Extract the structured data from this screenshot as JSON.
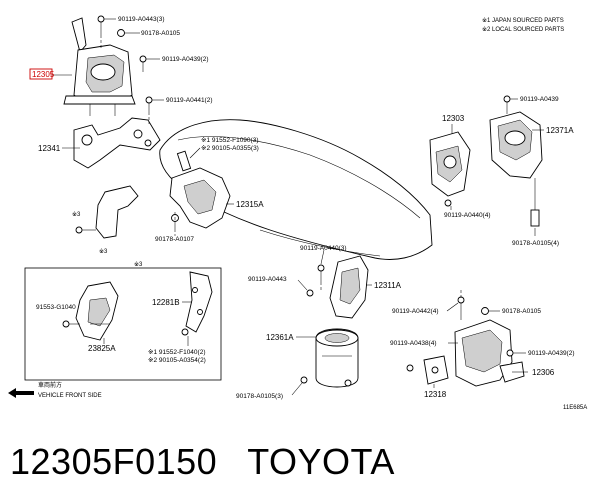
{
  "legend": {
    "japan": "※1  JAPAN SOURCED PARTS",
    "local": "※2  LOCAL SOURCED PARTS"
  },
  "front": {
    "jp": "車両前方",
    "en": "VEHICLE FRONT SIDE"
  },
  "figure_code": "11E685A",
  "boxed_label": "※3",
  "callouts": {
    "p1": "90119-A0443(3)",
    "p2": "90178-A0105",
    "p3": "90119-A0439(2)",
    "p4": "12305",
    "p5": "90119-A0441(2)",
    "p6": "12341",
    "p7": "※1  91552-F1090(3)",
    "p8": "※2  90105-A0355(3)",
    "p9": "12315A",
    "p10": "90178-A0107",
    "p11": "※3",
    "p12": "※3",
    "p13": "91553-G1040",
    "p14": "23825A",
    "p15": "12281B",
    "p16": "※1  91552-F1040(2)",
    "p17": "※2  90105-A0354(2)",
    "p18": "12303",
    "p19": "90119-A0439",
    "p20": "12371A",
    "p21": "90119-A0440(4)",
    "p22": "90178-A0105(4)",
    "p23": "90119-A0440(3)",
    "p24": "90119-A0443",
    "p25": "12311A",
    "p26": "90119-A0442(4)",
    "p27": "90178-A0105",
    "p28": "12361A",
    "p29": "90119-A0438(4)",
    "p30": "90119-A0439(2)",
    "p31": "12306",
    "p32": "12318",
    "p33": "90178-A0105(3)"
  },
  "caption": {
    "part_number": "12305F0150",
    "brand": "TOYOTA"
  }
}
